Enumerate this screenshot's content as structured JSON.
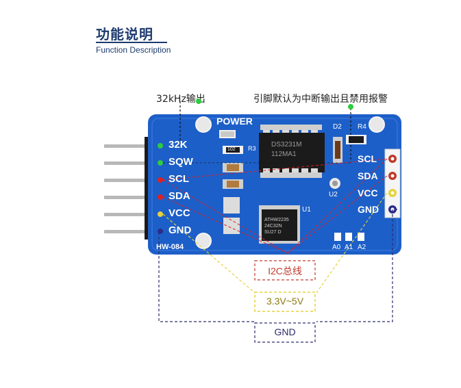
{
  "header": {
    "title": "功能说明",
    "subtitle": "Function Description"
  },
  "callouts": {
    "clk_out": "32kHz输出",
    "alarm": "引脚默认为中断输出且禁用报警"
  },
  "board": {
    "model": "HW-084",
    "power_label": "POWER",
    "left_pins": [
      "32K",
      "SQW",
      "SCL",
      "SDA",
      "VCC",
      "GND"
    ],
    "right_pins": [
      "SCL",
      "SDA",
      "VCC",
      "GND"
    ],
    "addr_pads": [
      "A0",
      "A1",
      "A2"
    ],
    "ic_main": [
      "DS3231M",
      "112MA1"
    ],
    "ic_eeprom": [
      "ATHW2235",
      "24C32N",
      "SU27 D"
    ],
    "ref_u1": "U1",
    "ref_u2": "U2",
    "ref_r4": "R4",
    "ref_d2": "D2",
    "ref_r3": "R3",
    "resistor_code": "102"
  },
  "legend": {
    "i2c": "I2C总线",
    "power": "3.3V~5V",
    "gnd": "GND"
  },
  "colors": {
    "pcb": "#1d5fc8",
    "i2c": "#c0392b",
    "power": "#e6d23a",
    "gnd": "#2c2c6e",
    "clk": "#111111"
  }
}
